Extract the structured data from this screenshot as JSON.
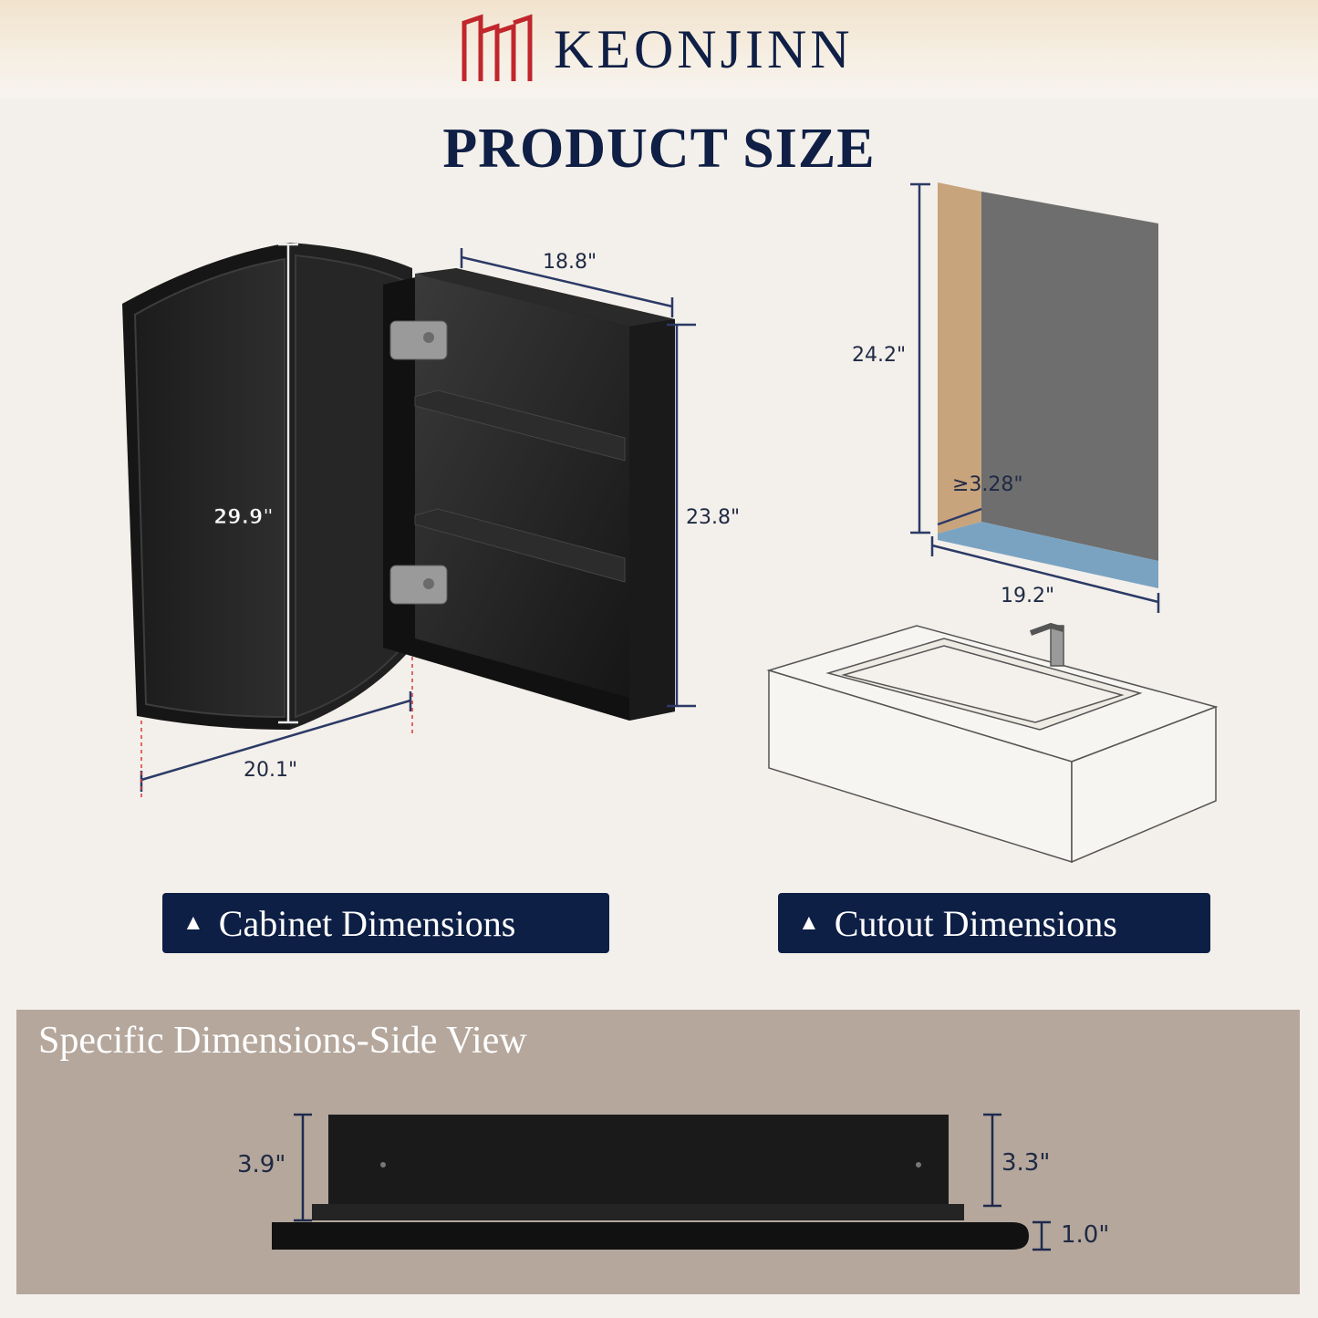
{
  "brand": {
    "name": "KEONJINN",
    "logo_icon": "keonjinn-logo-icon",
    "logo_color": "#c0262c"
  },
  "title": "PRODUCT SIZE",
  "cabinet": {
    "height": "29.9\"",
    "width": "20.1\"",
    "box_width": "18.8\"",
    "box_height": "23.8\""
  },
  "cutout": {
    "height": "24.2\"",
    "depth": "≥3.28\"",
    "width": "19.2\""
  },
  "buttons": {
    "cabinet": "Cabinet Dimensions",
    "cutout": "Cutout Dimensions",
    "icon": "triangle-up-icon"
  },
  "side_view": {
    "title": "Specific Dimensions-Side View",
    "total_depth": "3.9\"",
    "box_depth": "3.3\"",
    "door_depth": "1.0\""
  },
  "colors": {
    "navy": "#0e1f45",
    "background": "#f3efea",
    "panel": "#b5a79c",
    "wall": "#c8a47c",
    "cutout_back": "#6e6e6e",
    "cutout_floor": "#7aa3c2"
  }
}
